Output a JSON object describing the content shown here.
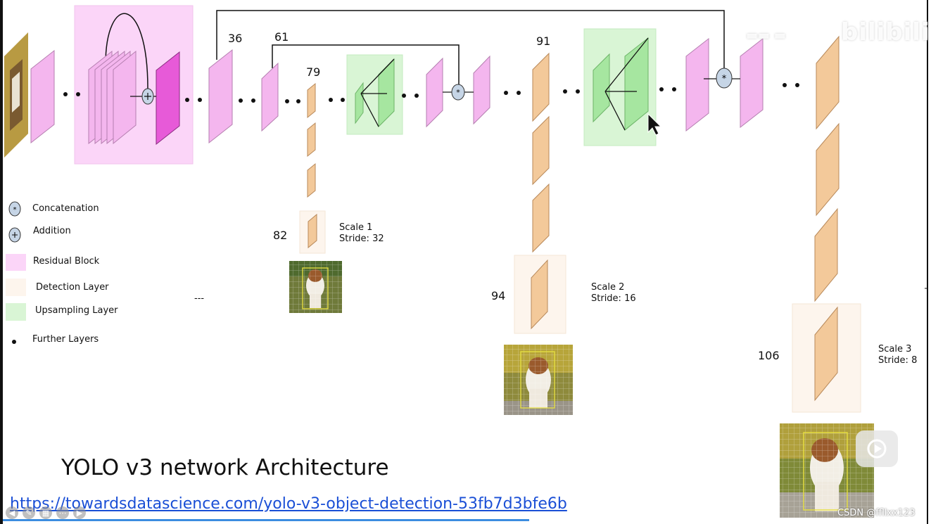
{
  "layer_numbers": [
    "36",
    "61",
    "79",
    "91",
    "82",
    "94",
    "106"
  ],
  "legend": [
    {
      "key": "concat",
      "label": "Concatenation"
    },
    {
      "key": "add",
      "label": "Addition"
    },
    {
      "key": "residual",
      "label": "Residual Block"
    },
    {
      "key": "detection",
      "label": "Detection Layer"
    },
    {
      "key": "upsampling",
      "label": "Upsampling Layer"
    },
    {
      "key": "further",
      "label": "Further Layers"
    }
  ],
  "scales": [
    {
      "line1": "Scale 1",
      "line2": "Stride: 32"
    },
    {
      "line1": "Scale 2",
      "line2": "Stride: 16"
    },
    {
      "line1": "Scale 3",
      "line2": "Stride: 8"
    }
  ],
  "dash_text": "---",
  "title": "YOLO v3 network Architecture",
  "url": "https://towardsdatascience.com/yolo-v3-object-detection-53fb7d3bfe6b",
  "watermark": "CSDN @ffllxx123",
  "bili_logo": "bilibili",
  "colors": {
    "residual_fill": "#fbd5f8",
    "residual_layer": "#f4b6ee",
    "residual_dark": "#e75ad8",
    "detection_fill": "#fdf5ed",
    "detection_layer": "#f3c99a",
    "upsample_fill": "#d9f5d5",
    "upsample_layer": "#a6e6a0",
    "operator_fill": "#c6d5e6",
    "link": "#1a4fd6"
  },
  "icons": [
    "concatenation-icon",
    "addition-icon",
    "cursor-icon",
    "play-icon",
    "dog-thumbnail"
  ]
}
